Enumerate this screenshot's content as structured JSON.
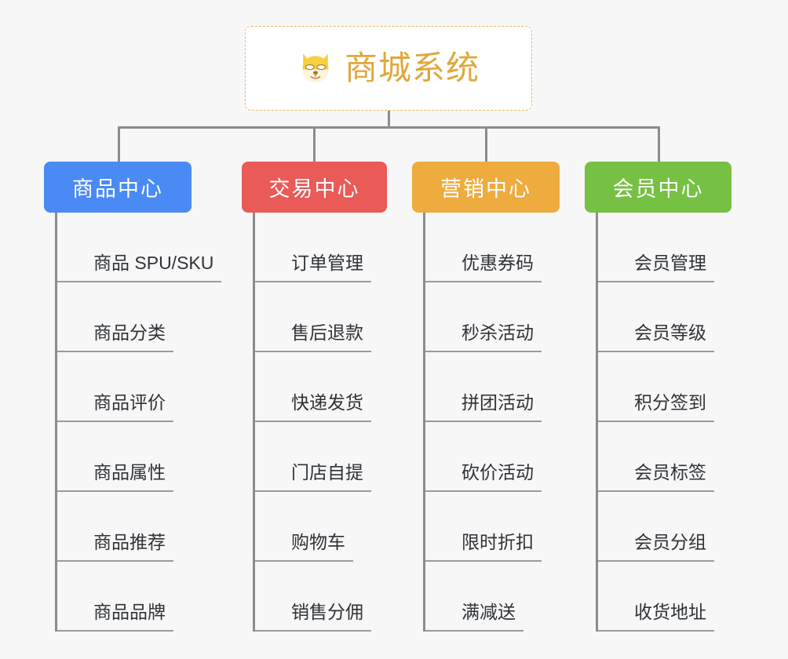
{
  "diagram": {
    "type": "mind-map",
    "background_color": "#f7f7f7",
    "root": {
      "title": "商城系统",
      "icon": "shiba-dog-face-icon",
      "text_color": "#e0a73c",
      "border_color": "#f0b65a",
      "border_style": "dashed",
      "fill_color": "#ffffff"
    },
    "branches": [
      {
        "label": "商品中心",
        "color": "#4a8af4",
        "items": [
          "商品 SPU/SKU",
          "商品分类",
          "商品评价",
          "商品属性",
          "商品推荐",
          "商品品牌"
        ]
      },
      {
        "label": "交易中心",
        "color": "#ea5a57",
        "items": [
          "订单管理",
          "售后退款",
          "快递发货",
          "门店自提",
          "购物车",
          "销售分佣"
        ]
      },
      {
        "label": "营销中心",
        "color": "#eeab3e",
        "items": [
          "优惠券码",
          "秒杀活动",
          "拼团活动",
          "砍价活动",
          "限时折扣",
          "满减送"
        ]
      },
      {
        "label": "会员中心",
        "color": "#76c043",
        "items": [
          "会员管理",
          "会员等级",
          "积分签到",
          "会员标签",
          "会员分组",
          "收货地址"
        ]
      }
    ]
  }
}
